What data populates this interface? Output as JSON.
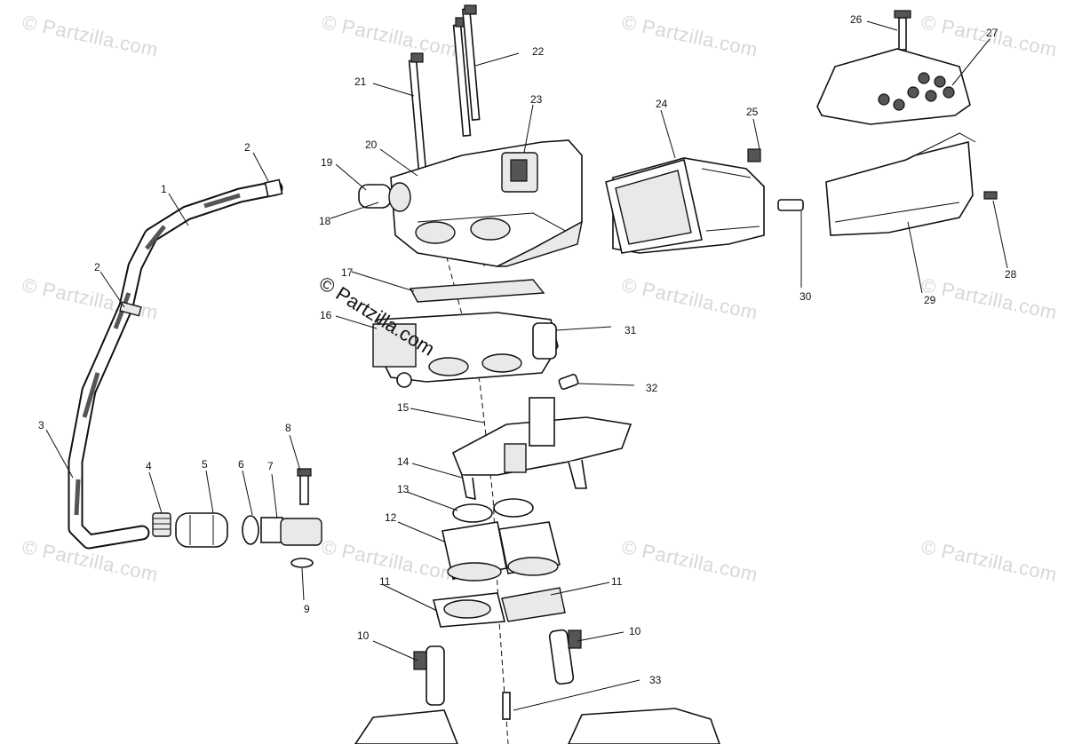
{
  "diagram": {
    "watermark_text": "© Partzilla.com",
    "center_copyright": "© Partzilla.com",
    "callouts": [
      "1",
      "2",
      "2",
      "3",
      "4",
      "5",
      "6",
      "7",
      "8",
      "9",
      "10",
      "10",
      "11",
      "11",
      "12",
      "13",
      "14",
      "15",
      "16",
      "17",
      "18",
      "19",
      "20",
      "21",
      "22",
      "23",
      "24",
      "25",
      "26",
      "27",
      "28",
      "29",
      "30",
      "31",
      "32",
      "33"
    ]
  }
}
